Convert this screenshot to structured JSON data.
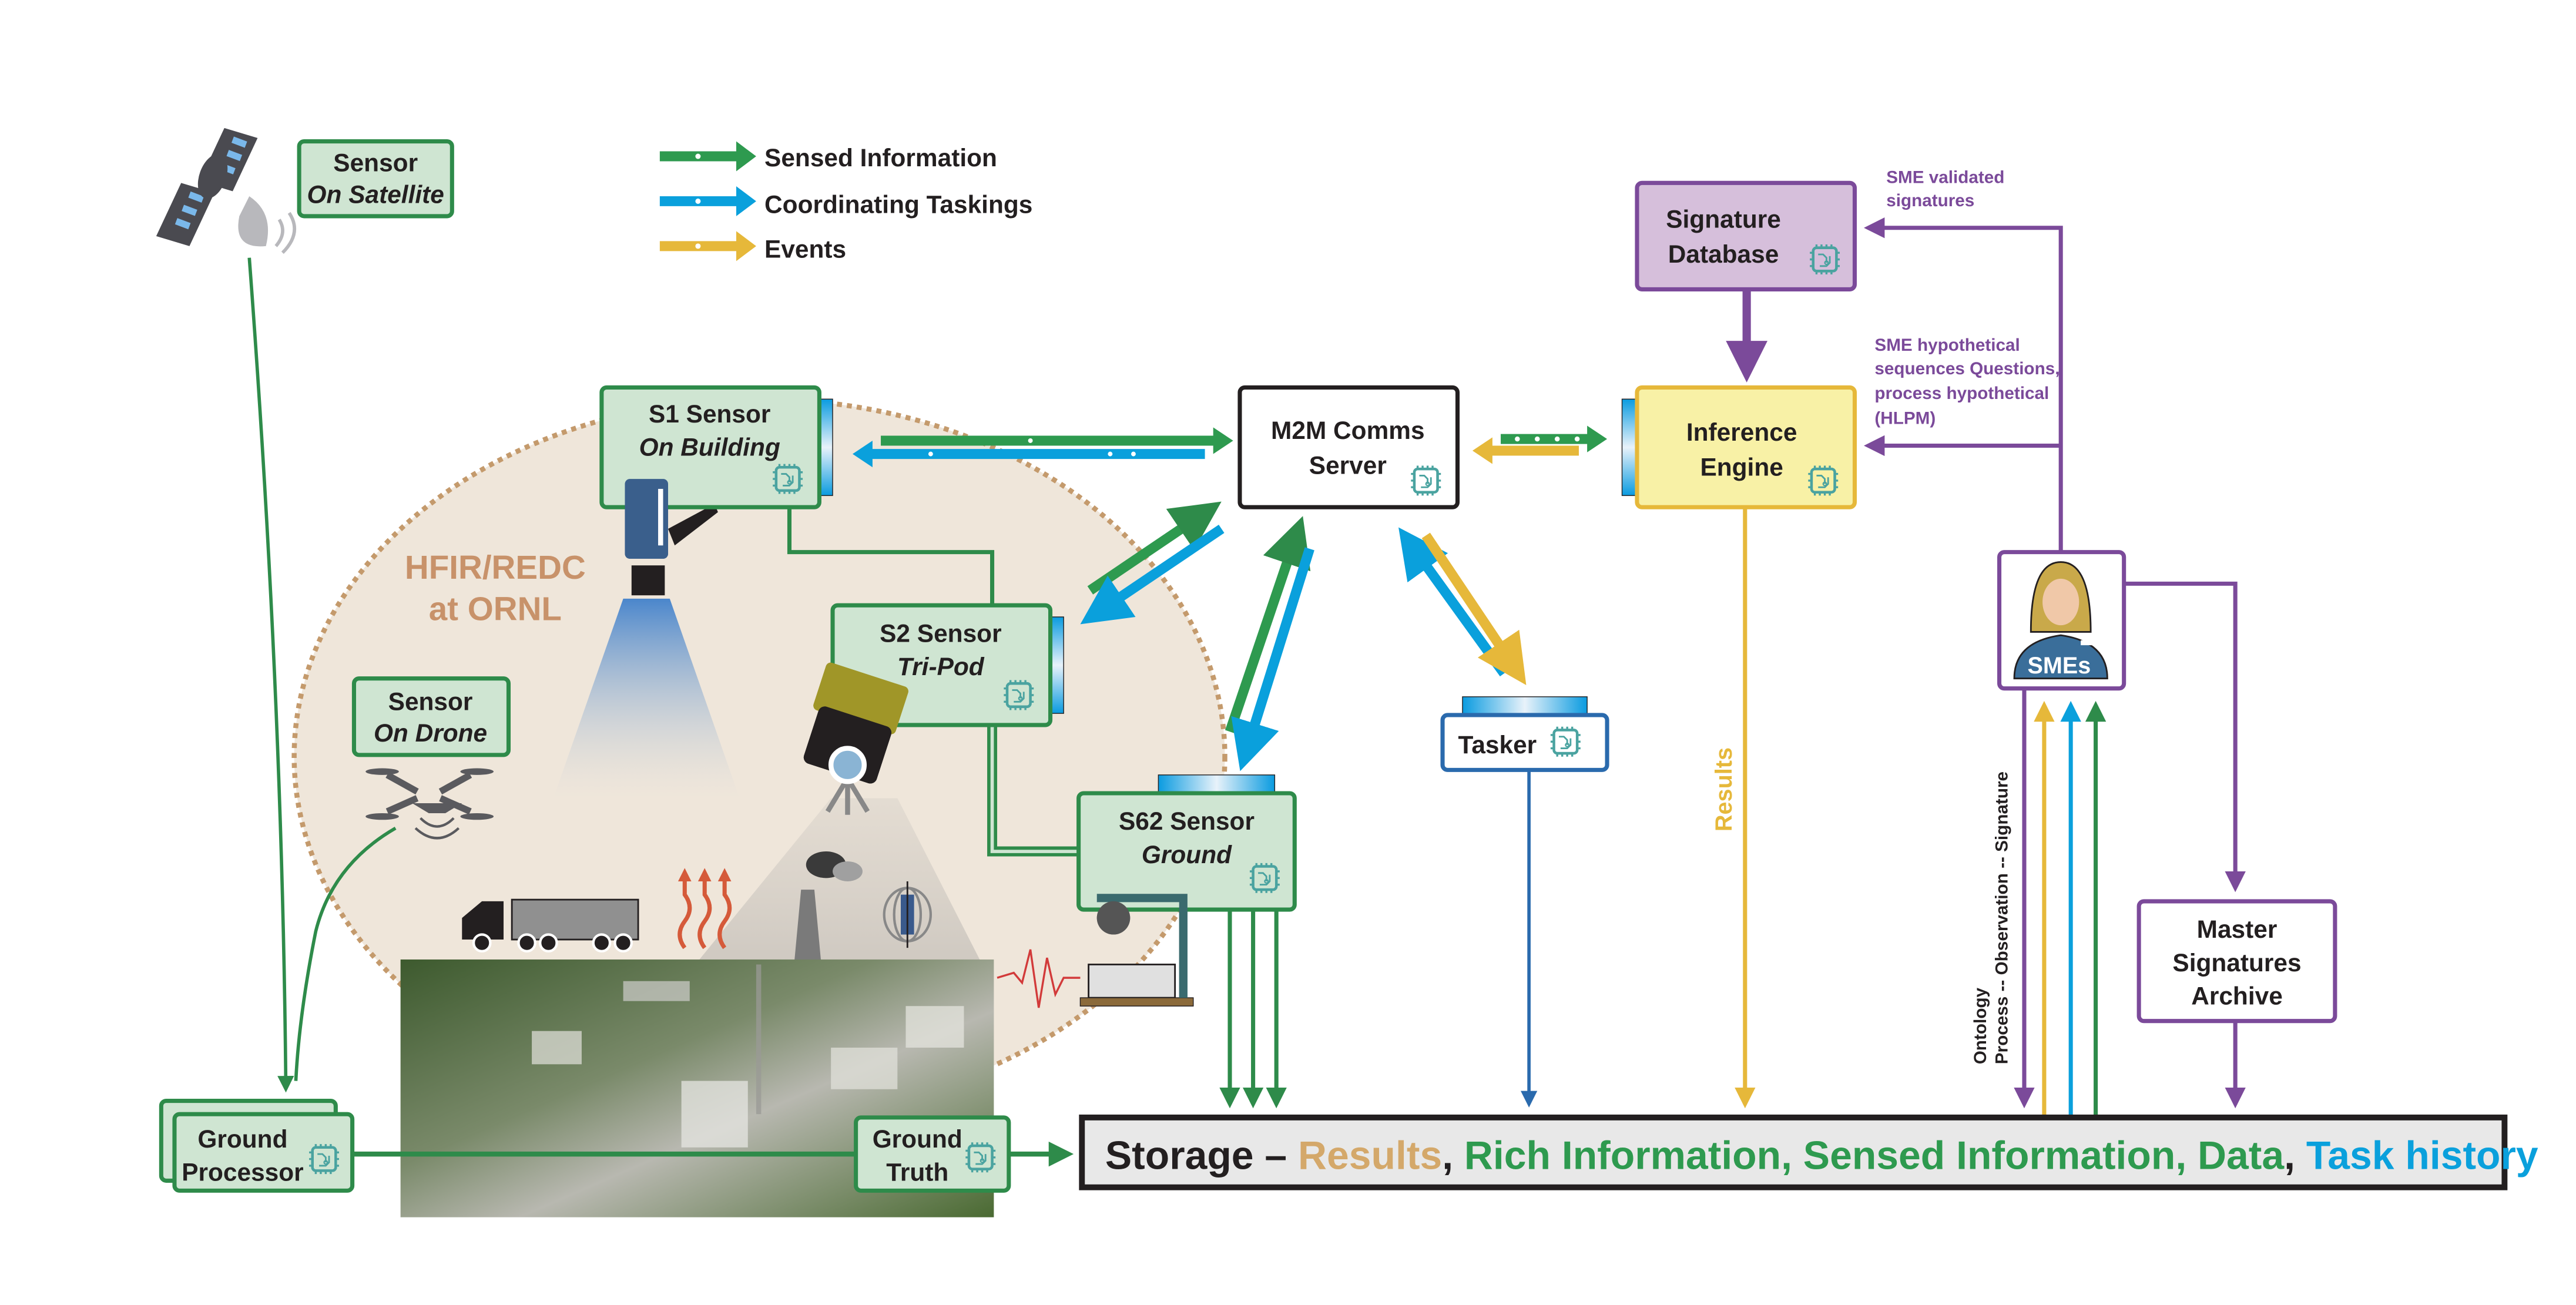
{
  "legend": {
    "items": [
      {
        "label": "Sensed Information",
        "color": "#2e9a4f"
      },
      {
        "label": "Coordinating Taskings",
        "color": "#0aa0dc"
      },
      {
        "label": "Events",
        "color": "#e6b83a"
      }
    ]
  },
  "colors": {
    "sensed": "#2e9a4f",
    "tasking": "#0aa0dc",
    "events": "#e6b83a",
    "sme": "#7b4a9a",
    "sensor_fill": "#cfe5d2",
    "sensor_border": "#2e8b4a",
    "region_fill": "#efe6da",
    "region_border": "#c49a6c",
    "region_label": "#c8926a",
    "storage_fill": "#e8e8e8",
    "chip": "#4aa3a0"
  },
  "nodes": {
    "sensor_satellite": {
      "line1": "Sensor",
      "line2": "On Satellite"
    },
    "sensor_drone": {
      "line1": "Sensor",
      "line2": "On Drone"
    },
    "s1_sensor": {
      "line1": "S1 Sensor",
      "line2": "On Building"
    },
    "s2_sensor": {
      "line1": "S2 Sensor",
      "line2": "Tri-Pod"
    },
    "s62_sensor": {
      "line1": "S62 Sensor",
      "line2": "Ground"
    },
    "m2m_server": {
      "line1": "M2M Comms",
      "line2": "Server"
    },
    "inference_engine": {
      "line1": "Inference",
      "line2": "Engine"
    },
    "signature_database": {
      "line1": "Signature",
      "line2": "Database"
    },
    "tasker": {
      "label": "Tasker"
    },
    "smes": {
      "label": "SMEs"
    },
    "master_archive": {
      "line1": "Master",
      "line2": "Signatures",
      "line3": "Archive"
    },
    "ground_processor": {
      "line1": "Ground",
      "line2": "Processor"
    },
    "ground_truth": {
      "line1": "Ground",
      "line2": "Truth"
    }
  },
  "region": {
    "line1": "HFIR/REDC",
    "line2": "at ORNL"
  },
  "annotations": {
    "sme_validated": {
      "line1": "SME validated",
      "line2": "signatures"
    },
    "sme_hypothetical": {
      "line1": "SME hypothetical",
      "line2": "sequences Questions,",
      "line3": "process hypothetical",
      "line4": "(HLPM)"
    },
    "results_vertical": "Results",
    "ontology_line1": "Ontology",
    "ontology_line2": "Process -- Observation -- Signature"
  },
  "storage": {
    "prefix": "Storage – ",
    "results": "Results",
    "comma1": ", ",
    "rich_sensed_data": "Rich Information, Sensed Information, Data",
    "comma2": ", ",
    "task_history": "Task history"
  }
}
